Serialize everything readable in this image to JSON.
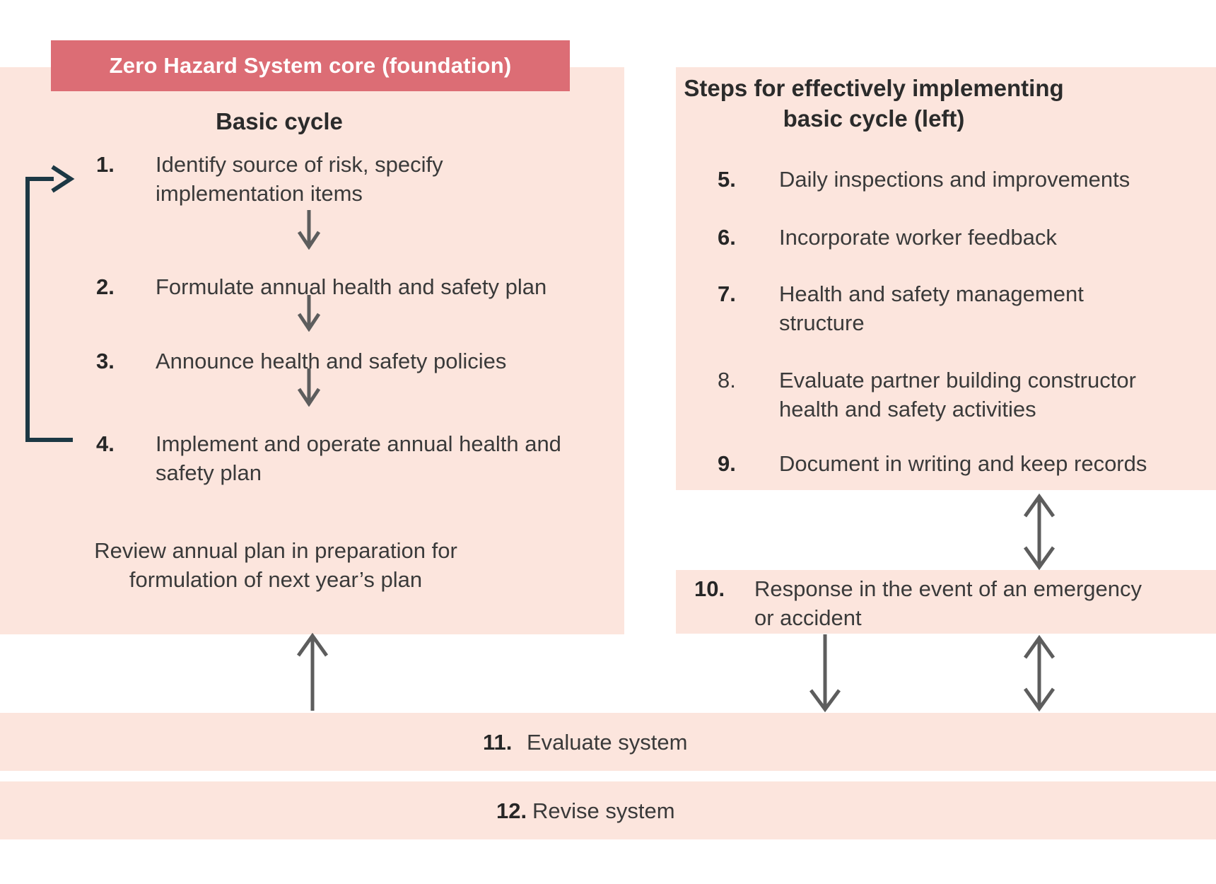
{
  "colors": {
    "panel_pink": "#fce5dd",
    "header_red": "#dc6d75",
    "arrow_gray": "#5d5d5d",
    "loop_bracket_navy": "#1c3844",
    "text_dark": "#3a3a3a"
  },
  "left_panel": {
    "header": "Zero Hazard System core (foundation)",
    "title": "Basic cycle",
    "items": [
      {
        "num": "1.",
        "lines": [
          "Identify source of risk, specify",
          "implementation items"
        ]
      },
      {
        "num": "2.",
        "lines": [
          "Formulate annual health and safety plan"
        ]
      },
      {
        "num": "3.",
        "lines": [
          "Announce health and safety policies"
        ]
      },
      {
        "num": "4.",
        "lines": [
          "Implement and operate annual health and",
          "safety plan"
        ]
      }
    ],
    "note_lines": [
      "Review annual plan in preparation for",
      "formulation of next year’s plan"
    ]
  },
  "right_panel": {
    "title_lines": [
      "Steps for effectively implementing",
      "basic cycle (left)"
    ],
    "items": [
      {
        "num": "5.",
        "lines": [
          "Daily inspections and improvements"
        ]
      },
      {
        "num": "6.",
        "lines": [
          "Incorporate worker feedback"
        ]
      },
      {
        "num": "7.",
        "lines": [
          "Health and safety management",
          "structure"
        ]
      },
      {
        "num": "8.",
        "lines": [
          "Evaluate partner building constructor",
          "health and safety activities"
        ]
      },
      {
        "num": "9.",
        "lines": [
          "Document in writing and keep records"
        ]
      }
    ],
    "emergency_box": {
      "num": "10.",
      "lines": [
        "Response in the event of an emergency",
        "or accident"
      ]
    }
  },
  "bottom_bands": [
    {
      "num": "11.",
      "label": "Evaluate system"
    },
    {
      "num": "12.",
      "label": "Revise system"
    }
  ]
}
